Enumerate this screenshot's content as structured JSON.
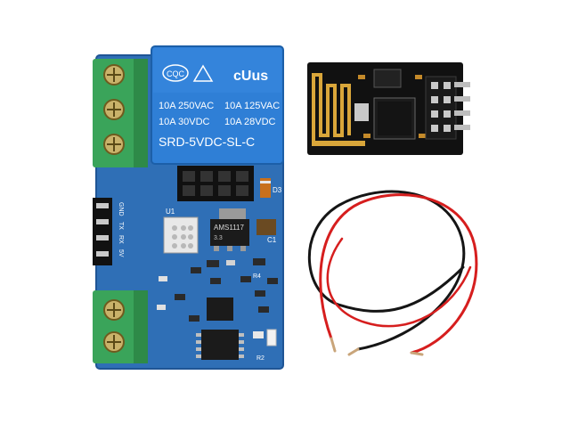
{
  "relay_board": {
    "relay_line1_left": "10A 250VAC",
    "relay_line1_right": "10A 125VAC",
    "relay_line2_left": "10A  30VDC",
    "relay_line2_right": "10A 28VDC",
    "relay_model": "SRD-5VDC-SL-C",
    "cert_cqc": "CQC",
    "cert_cus": "cUus",
    "header_pins": [
      "GND",
      "TX",
      "RX",
      "5V"
    ],
    "regulator_label": "AMS1117",
    "regulator_sub": "3.3",
    "silk_u1": "U1",
    "silk_d3": "D3",
    "silk_c1": "C1",
    "silk_r4": "R4",
    "silk_r2": "R2",
    "colors": {
      "pcb": "#2f6fb6",
      "relay": "#2f7fd6",
      "terminal": "#3aa45a"
    }
  },
  "esp_module": {
    "colors": {
      "pcb": "#111111",
      "antenna": "#d9a63a"
    }
  },
  "wires": {
    "colors": {
      "red": "#d61e1e",
      "black": "#151515"
    }
  }
}
